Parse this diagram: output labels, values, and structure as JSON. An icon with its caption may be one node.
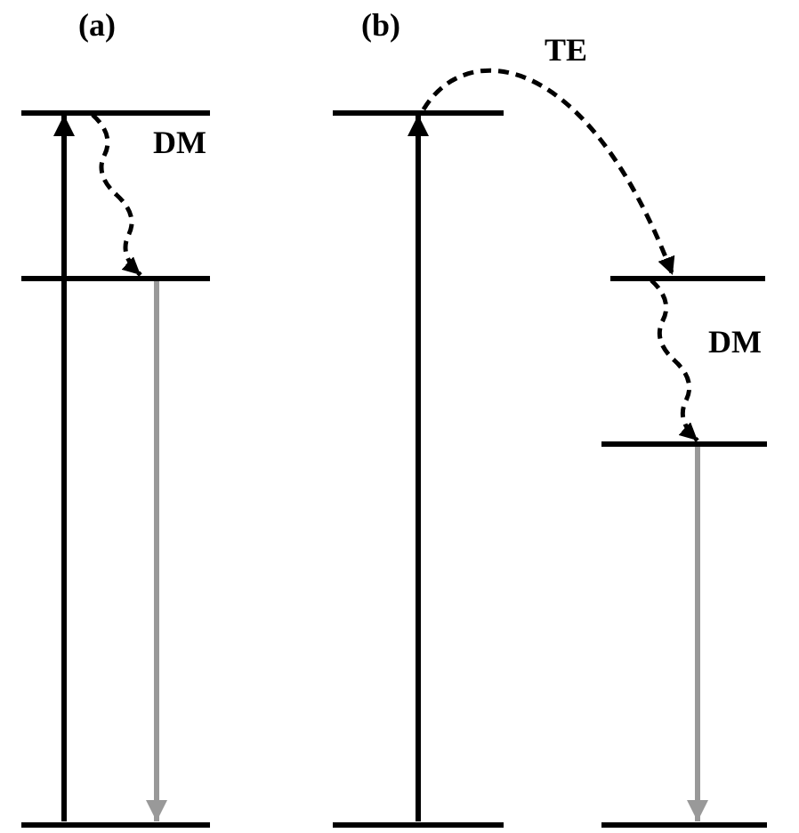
{
  "diagram": {
    "nodes": [
      {
        "text": [],
        "shape": "bar"
      },
      {
        "text": [],
        "shape": "bar"
      },
      {
        "text": [],
        "shape": "bar"
      },
      {
        "text": [],
        "shape": "bar"
      },
      {
        "text": [],
        "shape": "bar"
      },
      {
        "text": [],
        "shape": "bar"
      },
      {
        "text": [],
        "shape": "bar"
      },
      {
        "text": [],
        "shape": "bar"
      }
    ],
    "edges": [
      {
        "from": 2,
        "to": 0,
        "arrow": "to"
      },
      {
        "from": 0,
        "to": 1,
        "arrow": "to",
        "label": "DM",
        "style": "dashed"
      },
      {
        "from": 1,
        "to": 2,
        "arrow": "to",
        "color": "#999999"
      },
      {
        "from": 4,
        "to": 3,
        "arrow": "to"
      },
      {
        "from": 3,
        "to": 5,
        "arrow": "to",
        "label": "TE",
        "style": "dashed"
      },
      {
        "from": 5,
        "to": 6,
        "arrow": "to",
        "label": "DM",
        "style": "dashed"
      },
      {
        "from": 6,
        "to": 7,
        "arrow": "to",
        "color": "#999999"
      }
    ],
    "labels": [
      "(a)",
      "(b)"
    ]
  }
}
